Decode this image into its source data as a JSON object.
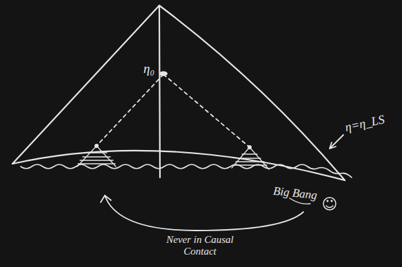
{
  "diagram": {
    "labels": [
      "η₀",
      "η=η_LS",
      "Big Bang",
      "Never in Causal Contact"
    ]
  }
}
